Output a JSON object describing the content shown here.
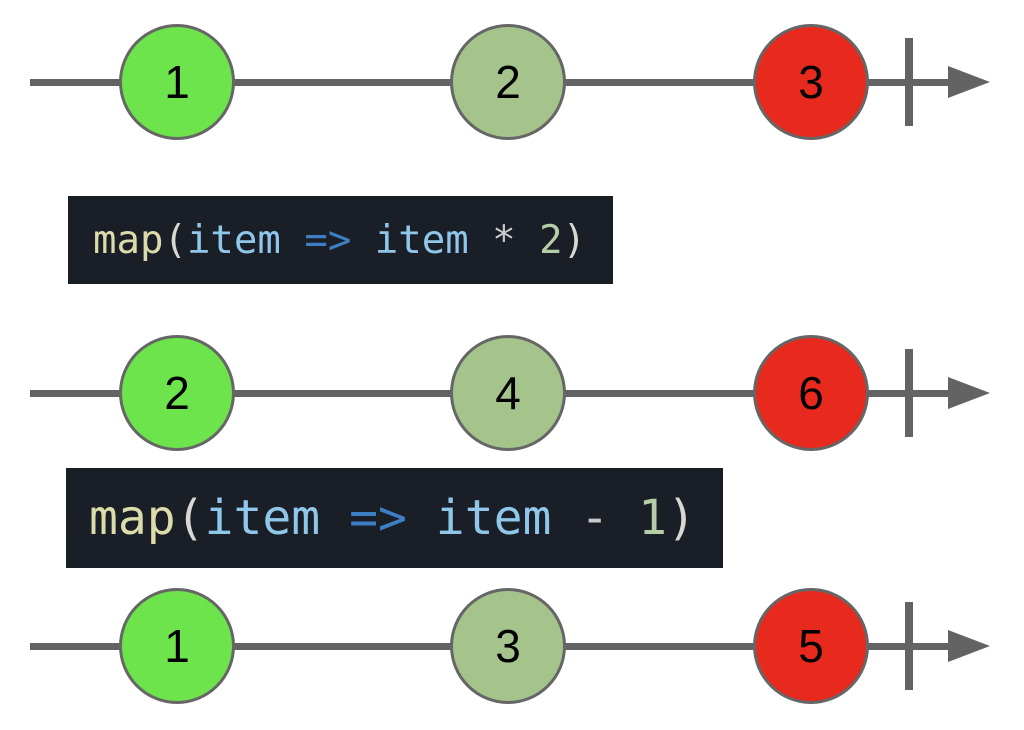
{
  "colors": {
    "timeline_gray": "#636363",
    "marble_stroke": "#666666",
    "marble_green": "#6de44b",
    "marble_sage": "#a4c48c",
    "marble_red": "#e8291e",
    "code_bg": "#1a1e27",
    "code_function": "#dcdcaa",
    "code_punctuation": "#d8d8d2",
    "code_parameter": "#8fc7ea",
    "code_arrow": "#3d7fc4",
    "code_operator": "#c9c9c9",
    "code_number": "#b5cea8"
  },
  "streams": [
    {
      "marbles": [
        {
          "value": "1",
          "color": "green"
        },
        {
          "value": "2",
          "color": "sage"
        },
        {
          "value": "3",
          "color": "red"
        }
      ]
    },
    {
      "marbles": [
        {
          "value": "2",
          "color": "green"
        },
        {
          "value": "4",
          "color": "sage"
        },
        {
          "value": "6",
          "color": "red"
        }
      ]
    },
    {
      "marbles": [
        {
          "value": "1",
          "color": "green"
        },
        {
          "value": "3",
          "color": "sage"
        },
        {
          "value": "5",
          "color": "red"
        }
      ]
    }
  ],
  "operators": [
    {
      "tokens": [
        {
          "text": "map",
          "type": "function"
        },
        {
          "text": "(",
          "type": "punctuation"
        },
        {
          "text": "item",
          "type": "parameter"
        },
        {
          "text": " => ",
          "type": "arrow"
        },
        {
          "text": "item",
          "type": "parameter"
        },
        {
          "text": " * ",
          "type": "operator"
        },
        {
          "text": "2",
          "type": "number"
        },
        {
          "text": ")",
          "type": "punctuation"
        }
      ]
    },
    {
      "tokens": [
        {
          "text": "map",
          "type": "function"
        },
        {
          "text": "(",
          "type": "punctuation"
        },
        {
          "text": "item",
          "type": "parameter"
        },
        {
          "text": " => ",
          "type": "arrow"
        },
        {
          "text": "item",
          "type": "parameter"
        },
        {
          "text": " - ",
          "type": "operator"
        },
        {
          "text": "1",
          "type": "number"
        },
        {
          "text": ")",
          "type": "punctuation"
        }
      ]
    }
  ]
}
